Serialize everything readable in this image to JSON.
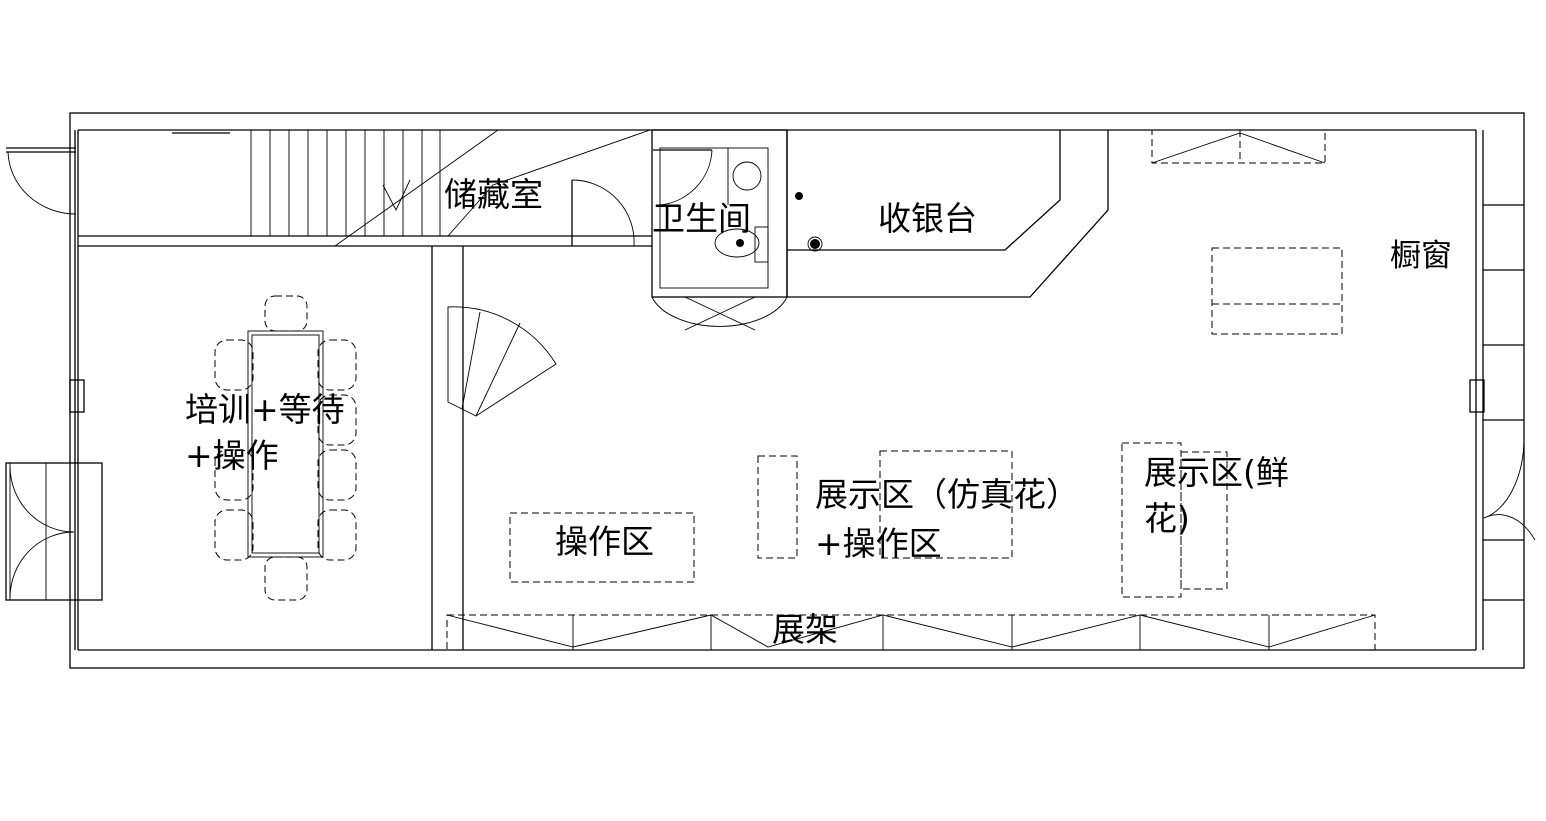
{
  "plan": {
    "rooms": {
      "storage": "储藏室",
      "restroom": "卫生间",
      "cashier": "收银台",
      "shop_window": "橱窗",
      "training_line1": "培训+等待",
      "training_line2": "+操作",
      "work_area": "操作区",
      "display_fake_line1": "展示区（仿真花）",
      "display_fake_line2": "+操作区",
      "display_fresh_line1": "展示区(鲜",
      "display_fresh_line2": "花)",
      "shelf": "展架"
    }
  }
}
